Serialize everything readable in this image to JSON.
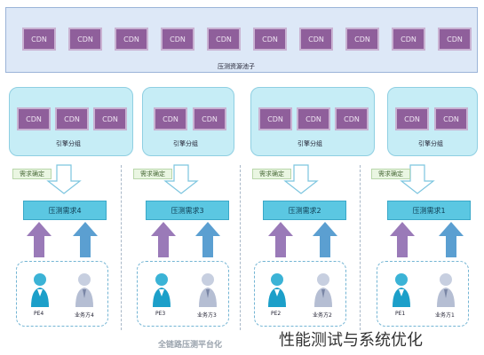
{
  "pool": {
    "label": "压测资源池子",
    "cdn_nodes": [
      "CDN",
      "CDN",
      "CDN",
      "CDN",
      "CDN",
      "CDN",
      "CDN",
      "CDN",
      "CDN",
      "CDN"
    ]
  },
  "groups": [
    {
      "label": "引擎分组",
      "cdn_nodes": [
        "CDN",
        "CDN",
        "CDN"
      ]
    },
    {
      "label": "引擎分组",
      "cdn_nodes": [
        "CDN",
        "CDN"
      ]
    },
    {
      "label": "引擎分组",
      "cdn_nodes": [
        "CDN",
        "CDN",
        "CDN"
      ]
    },
    {
      "label": "引擎分组",
      "cdn_nodes": [
        "CDN",
        "CDN"
      ]
    }
  ],
  "columns": [
    {
      "note": "需求确定",
      "request": "压测需求4",
      "pe_label": "PE4",
      "biz_label": "业务方4"
    },
    {
      "note": "需求确定",
      "request": "压测需求3",
      "pe_label": "PE3",
      "biz_label": "业务方3"
    },
    {
      "note": "需求确定",
      "request": "压测需求2",
      "pe_label": "PE2",
      "biz_label": "业务方2"
    },
    {
      "note": "需求确定",
      "request": "压测需求1",
      "pe_label": "PE1",
      "biz_label": "业务方1"
    }
  ],
  "footer": "全链路压测平台化",
  "watermark": "性能测试与系统优化",
  "colors": {
    "cdn": "#8f5f9b",
    "pool_bg": "#dde8f7",
    "group_bg": "#c6edf6",
    "request_bg": "#5bc7e2",
    "arrow_purple": "#9a7ab8",
    "arrow_blue": "#5b9fd1"
  }
}
